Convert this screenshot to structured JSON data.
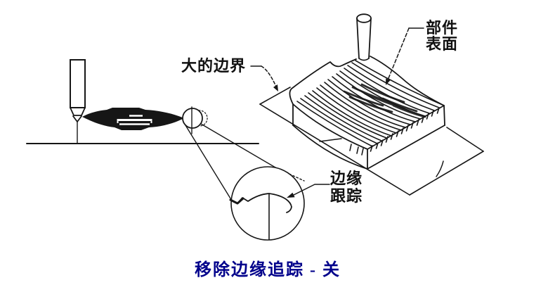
{
  "labels": {
    "big_boundary": "大的边界",
    "part_surface": {
      "line1": "部件",
      "line2": "表面"
    },
    "edge_tracking": {
      "line1": "边缘",
      "line2": "跟踪"
    }
  },
  "caption": {
    "text": "移除边缘追踪 - 关",
    "color": "#00008B"
  },
  "colors": {
    "line": "#161616",
    "background": "#ffffff"
  }
}
